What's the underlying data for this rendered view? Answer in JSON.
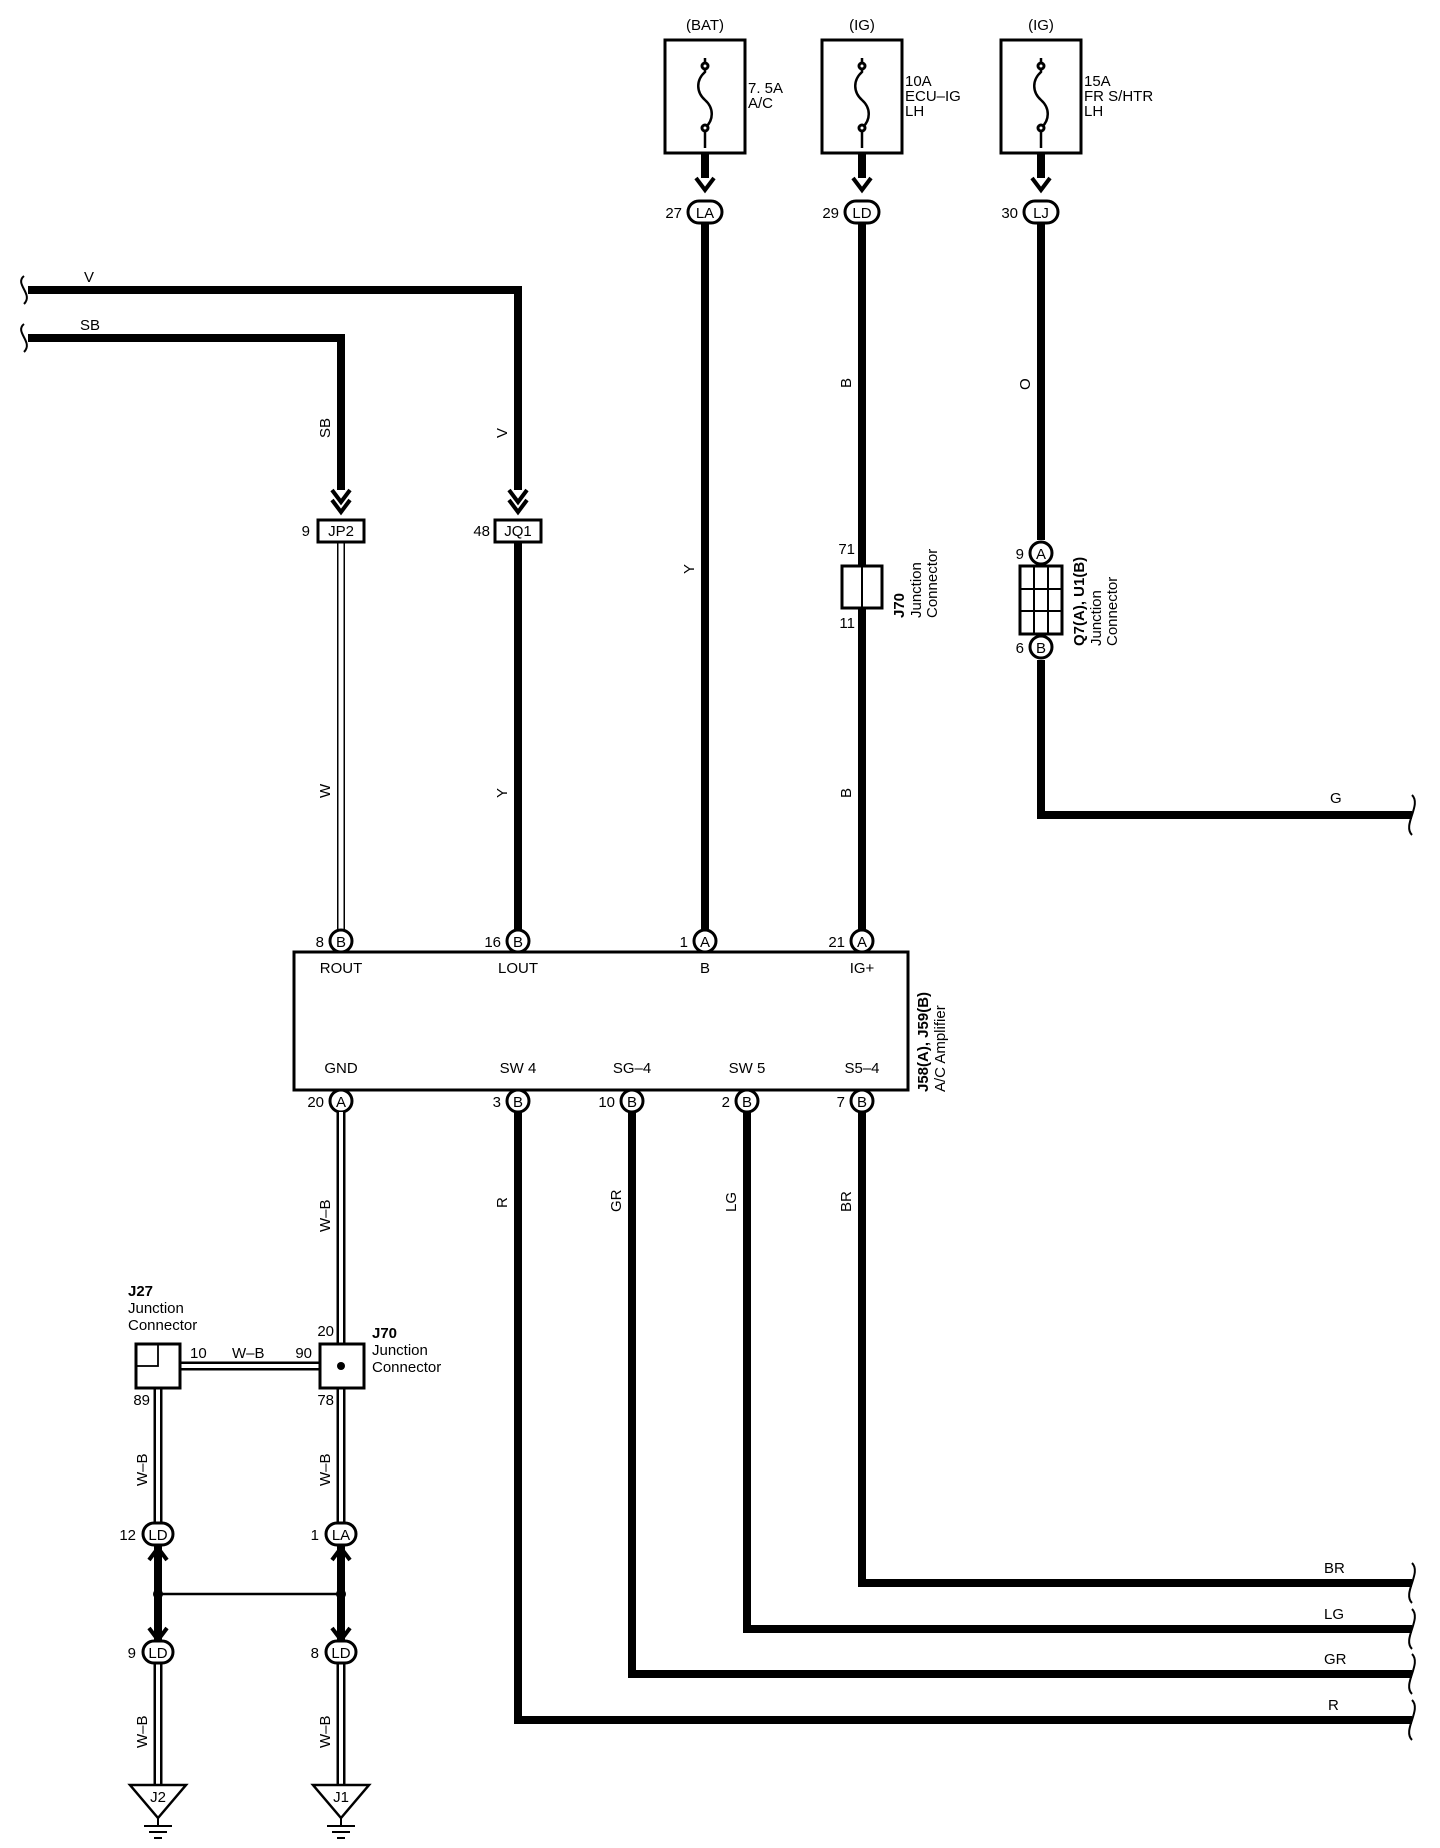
{
  "fuses": [
    {
      "supply": "(BAT)",
      "rating": "7. 5A",
      "name1": "A/C",
      "name2": ""
    },
    {
      "supply": "(IG)",
      "rating": "10A",
      "name1": "ECU–IG",
      "name2": "LH"
    },
    {
      "supply": "(IG)",
      "rating": "15A",
      "name1": "FR S/HTR",
      "name2": "LH"
    }
  ],
  "connectors": {
    "la_top": {
      "pin": "27",
      "code": "LA"
    },
    "ld_top": {
      "pin": "29",
      "code": "LD"
    },
    "lj_top": {
      "pin": "30",
      "code": "LJ"
    },
    "jp2": {
      "pin": "9",
      "code": "JP2"
    },
    "jq1": {
      "pin": "48",
      "code": "JQ1"
    },
    "q7_a": {
      "pin": "9",
      "code": "A"
    },
    "q7_b": {
      "pin": "6",
      "code": "B"
    },
    "ld_12": {
      "pin": "12",
      "code": "LD"
    },
    "la_1": {
      "pin": "1",
      "code": "LA"
    },
    "ld_9": {
      "pin": "9",
      "code": "LD"
    },
    "ld_8": {
      "pin": "8",
      "code": "LD"
    }
  },
  "wires": {
    "v": "V",
    "sb": "SB",
    "sb_vert": "SB",
    "v_vert": "V",
    "w": "W",
    "y_left": "Y",
    "y_mid": "Y",
    "b_top": "B",
    "b_bottom": "B",
    "o": "O",
    "g": "G",
    "wb_gnd": "W–B",
    "wb_link": "W–B",
    "wb_j27": "W–B",
    "wb_j70": "W–B",
    "wb_j2": "W–B",
    "wb_j1": "W–B",
    "r": "R",
    "gr": "GR",
    "lg": "LG",
    "br": "BR",
    "br_end": "BR",
    "lg_end": "LG",
    "gr_end": "GR",
    "r_end": "R"
  },
  "amplifier": {
    "name_line1": "J58(A), J59(B)",
    "name_line2": "A/C Amplifier",
    "top_pins": [
      {
        "num": "8",
        "conn": "B",
        "label": "ROUT"
      },
      {
        "num": "16",
        "conn": "B",
        "label": "LOUT"
      },
      {
        "num": "1",
        "conn": "A",
        "label": "B"
      },
      {
        "num": "21",
        "conn": "A",
        "label": "IG+"
      }
    ],
    "bottom_pins": [
      {
        "num": "20",
        "conn": "A",
        "label": "GND"
      },
      {
        "num": "3",
        "conn": "B",
        "label": "SW 4"
      },
      {
        "num": "10",
        "conn": "B",
        "label": "SG–4"
      },
      {
        "num": "2",
        "conn": "B",
        "label": "SW 5"
      },
      {
        "num": "7",
        "conn": "B",
        "label": "S5–4"
      }
    ]
  },
  "junctions": {
    "j70_top": {
      "pin_top": "71",
      "pin_bottom": "11",
      "name": "J70",
      "line1": "Junction",
      "line2": "Connector"
    },
    "q7u1": {
      "name": "Q7(A), U1(B)",
      "line1": "Junction",
      "line2": "Connector"
    },
    "j27": {
      "name": "J27",
      "line1": "Junction",
      "line2": "Connector",
      "pin_right": "10",
      "pin_bottom": "89"
    },
    "j70_bottom": {
      "name": "J70",
      "line1": "Junction",
      "line2": "Connector",
      "pin_top": "20",
      "pin_left": "90",
      "pin_bottom": "78"
    }
  },
  "grounds": {
    "left": "J2",
    "right": "J1"
  }
}
